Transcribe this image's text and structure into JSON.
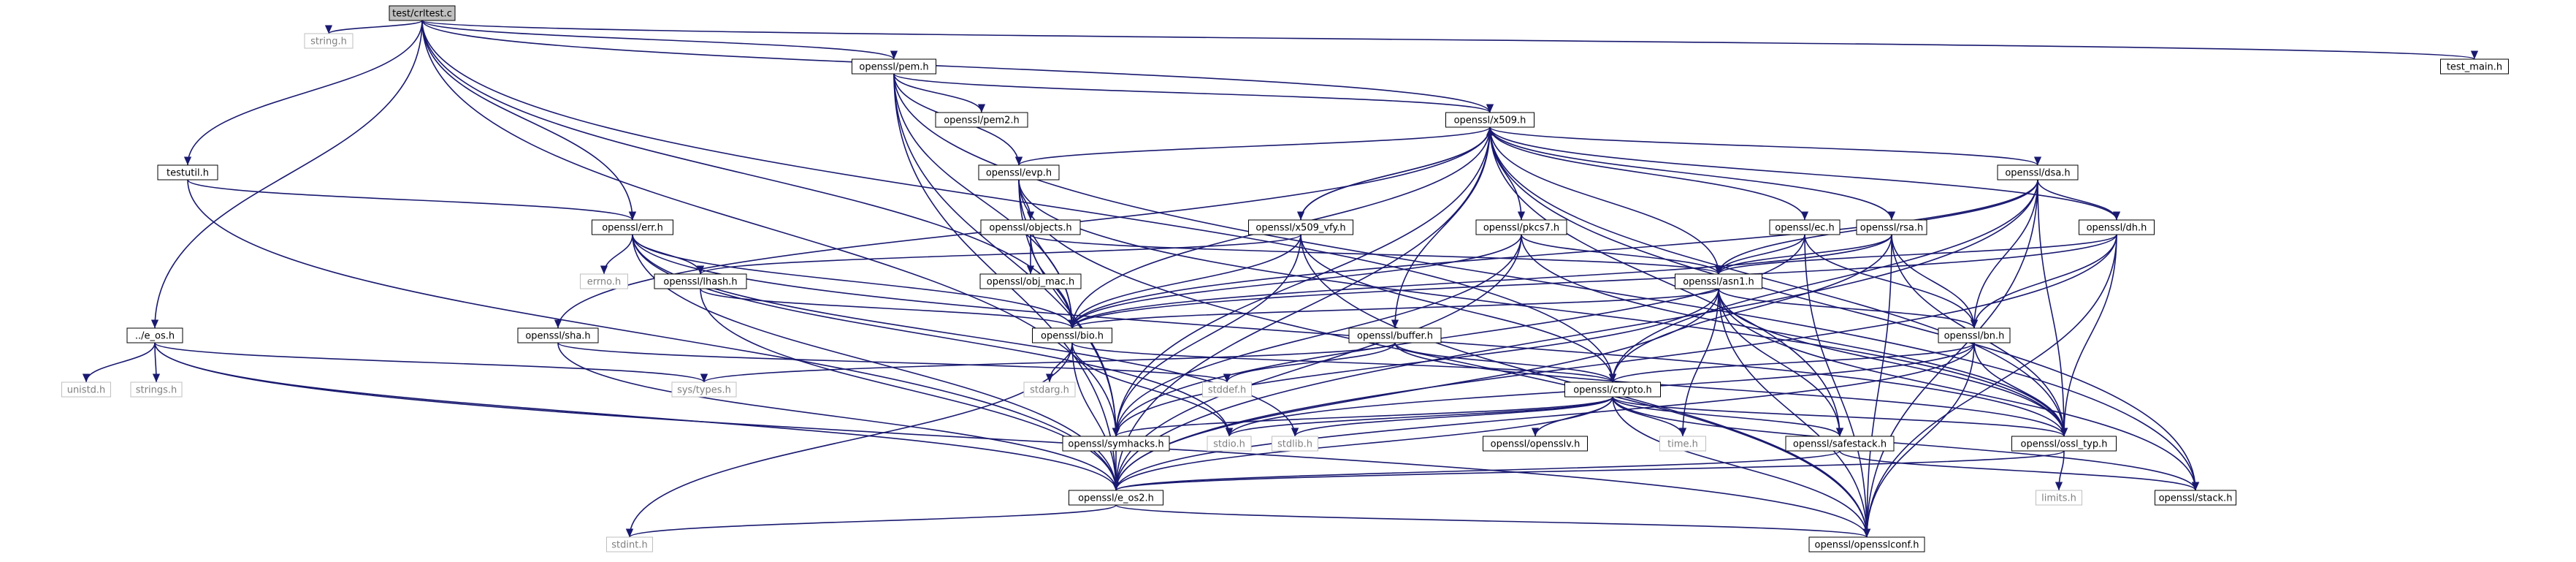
{
  "colors": {
    "edge": "#191970",
    "node_border": "#000000",
    "node_fill": "#ffffff",
    "root_fill": "#bfbfbf",
    "ext_border": "#bfbfbf",
    "ext_text": "#7f7f7f",
    "text": "#000000"
  },
  "graph": {
    "nodes": [
      {
        "id": "root",
        "label": "test/crltest.c",
        "kind": "root"
      },
      {
        "id": "string",
        "label": "string.h",
        "kind": "external"
      },
      {
        "id": "test_main",
        "label": "test_main.h",
        "kind": "file"
      },
      {
        "id": "pem",
        "label": "openssl/pem.h",
        "kind": "file"
      },
      {
        "id": "pem2",
        "label": "openssl/pem2.h",
        "kind": "file"
      },
      {
        "id": "x509",
        "label": "openssl/x509.h",
        "kind": "file"
      },
      {
        "id": "testutil",
        "label": "testutil.h",
        "kind": "file"
      },
      {
        "id": "evp",
        "label": "openssl/evp.h",
        "kind": "file"
      },
      {
        "id": "dsa",
        "label": "openssl/dsa.h",
        "kind": "file"
      },
      {
        "id": "err",
        "label": "openssl/err.h",
        "kind": "file"
      },
      {
        "id": "objects",
        "label": "openssl/objects.h",
        "kind": "file"
      },
      {
        "id": "x509_vfy",
        "label": "openssl/x509_vfy.h",
        "kind": "file"
      },
      {
        "id": "pkcs7",
        "label": "openssl/pkcs7.h",
        "kind": "file"
      },
      {
        "id": "ec",
        "label": "openssl/ec.h",
        "kind": "file"
      },
      {
        "id": "rsa",
        "label": "openssl/rsa.h",
        "kind": "file"
      },
      {
        "id": "dh",
        "label": "openssl/dh.h",
        "kind": "file"
      },
      {
        "id": "obj_mac",
        "label": "openssl/obj_mac.h",
        "kind": "file"
      },
      {
        "id": "asn1",
        "label": "openssl/asn1.h",
        "kind": "file"
      },
      {
        "id": "errno",
        "label": "errno.h",
        "kind": "external"
      },
      {
        "id": "lhash",
        "label": "openssl/lhash.h",
        "kind": "file"
      },
      {
        "id": "e_os",
        "label": "../e_os.h",
        "kind": "file"
      },
      {
        "id": "sha",
        "label": "openssl/sha.h",
        "kind": "file"
      },
      {
        "id": "bio",
        "label": "openssl/bio.h",
        "kind": "file"
      },
      {
        "id": "buffer",
        "label": "openssl/buffer.h",
        "kind": "file"
      },
      {
        "id": "bn",
        "label": "openssl/bn.h",
        "kind": "file"
      },
      {
        "id": "unistd",
        "label": "unistd.h",
        "kind": "external"
      },
      {
        "id": "strings",
        "label": "strings.h",
        "kind": "external"
      },
      {
        "id": "systypes",
        "label": "sys/types.h",
        "kind": "external"
      },
      {
        "id": "stdarg",
        "label": "stdarg.h",
        "kind": "external"
      },
      {
        "id": "stddef",
        "label": "stddef.h",
        "kind": "external"
      },
      {
        "id": "crypto",
        "label": "openssl/crypto.h",
        "kind": "file"
      },
      {
        "id": "symhacks",
        "label": "openssl/symhacks.h",
        "kind": "file"
      },
      {
        "id": "stdio",
        "label": "stdio.h",
        "kind": "external"
      },
      {
        "id": "stdlib",
        "label": "stdlib.h",
        "kind": "external"
      },
      {
        "id": "opensslv",
        "label": "openssl/opensslv.h",
        "kind": "file"
      },
      {
        "id": "time",
        "label": "time.h",
        "kind": "external"
      },
      {
        "id": "safestack",
        "label": "openssl/safestack.h",
        "kind": "file"
      },
      {
        "id": "ossl_typ",
        "label": "openssl/ossl_typ.h",
        "kind": "file"
      },
      {
        "id": "limits",
        "label": "limits.h",
        "kind": "external"
      },
      {
        "id": "e_os2",
        "label": "openssl/e_os2.h",
        "kind": "file"
      },
      {
        "id": "stack",
        "label": "openssl/stack.h",
        "kind": "file"
      },
      {
        "id": "stdint",
        "label": "stdint.h",
        "kind": "external"
      },
      {
        "id": "opensslconf",
        "label": "openssl/opensslconf.h",
        "kind": "file"
      }
    ],
    "edges": [
      [
        "root",
        "string"
      ],
      [
        "root",
        "test_main"
      ],
      [
        "root",
        "pem"
      ],
      [
        "root",
        "x509"
      ],
      [
        "root",
        "testutil"
      ],
      [
        "root",
        "err"
      ],
      [
        "root",
        "e_os"
      ],
      [
        "root",
        "bio"
      ],
      [
        "root",
        "symhacks"
      ],
      [
        "root",
        "crypto"
      ],
      [
        "pem",
        "pem2"
      ],
      [
        "pem",
        "x509"
      ],
      [
        "pem",
        "evp"
      ],
      [
        "pem",
        "bio"
      ],
      [
        "pem",
        "symhacks"
      ],
      [
        "pem",
        "e_os2"
      ],
      [
        "pem",
        "stack"
      ],
      [
        "x509",
        "evp"
      ],
      [
        "x509",
        "x509_vfy"
      ],
      [
        "x509",
        "pkcs7"
      ],
      [
        "x509",
        "ec"
      ],
      [
        "x509",
        "rsa"
      ],
      [
        "x509",
        "dsa"
      ],
      [
        "x509",
        "dh"
      ],
      [
        "x509",
        "asn1"
      ],
      [
        "x509",
        "bio"
      ],
      [
        "x509",
        "buffer"
      ],
      [
        "x509",
        "sha"
      ],
      [
        "x509",
        "stack"
      ],
      [
        "x509",
        "safestack"
      ],
      [
        "x509",
        "symhacks"
      ],
      [
        "x509",
        "e_os2"
      ],
      [
        "x509",
        "ossl_typ"
      ],
      [
        "testutil",
        "err"
      ],
      [
        "testutil",
        "e_os2"
      ],
      [
        "evp",
        "objects"
      ],
      [
        "evp",
        "bio"
      ],
      [
        "evp",
        "symhacks"
      ],
      [
        "evp",
        "ossl_typ"
      ],
      [
        "evp",
        "opensslconf"
      ],
      [
        "objects",
        "obj_mac"
      ],
      [
        "objects",
        "bio"
      ],
      [
        "objects",
        "asn1"
      ],
      [
        "x509_vfy",
        "x509"
      ],
      [
        "x509_vfy",
        "lhash"
      ],
      [
        "x509_vfy",
        "bio"
      ],
      [
        "x509_vfy",
        "crypto"
      ],
      [
        "x509_vfy",
        "symhacks"
      ],
      [
        "x509_vfy",
        "opensslconf"
      ],
      [
        "pkcs7",
        "asn1"
      ],
      [
        "pkcs7",
        "bio"
      ],
      [
        "pkcs7",
        "e_os2"
      ],
      [
        "pkcs7",
        "symhacks"
      ],
      [
        "pkcs7",
        "ossl_typ"
      ],
      [
        "ec",
        "asn1"
      ],
      [
        "ec",
        "bn"
      ],
      [
        "ec",
        "symhacks"
      ],
      [
        "ec",
        "opensslconf"
      ],
      [
        "rsa",
        "asn1"
      ],
      [
        "rsa",
        "bn"
      ],
      [
        "rsa",
        "crypto"
      ],
      [
        "rsa",
        "ossl_typ"
      ],
      [
        "rsa",
        "bio"
      ],
      [
        "rsa",
        "opensslconf"
      ],
      [
        "dsa",
        "dh"
      ],
      [
        "dsa",
        "asn1"
      ],
      [
        "dsa",
        "bn"
      ],
      [
        "dsa",
        "crypto"
      ],
      [
        "dsa",
        "bio"
      ],
      [
        "dsa",
        "e_os2"
      ],
      [
        "dsa",
        "ossl_typ"
      ],
      [
        "dsa",
        "opensslconf"
      ],
      [
        "dh",
        "asn1"
      ],
      [
        "dh",
        "bn"
      ],
      [
        "dh",
        "bio"
      ],
      [
        "dh",
        "ossl_typ"
      ],
      [
        "dh",
        "e_os2"
      ],
      [
        "dh",
        "opensslconf"
      ],
      [
        "err",
        "errno"
      ],
      [
        "err",
        "lhash"
      ],
      [
        "err",
        "bio"
      ],
      [
        "err",
        "stdio"
      ],
      [
        "err",
        "stdlib"
      ],
      [
        "err",
        "ossl_typ"
      ],
      [
        "err",
        "e_os2"
      ],
      [
        "lhash",
        "bio"
      ],
      [
        "lhash",
        "e_os2"
      ],
      [
        "asn1",
        "bio"
      ],
      [
        "asn1",
        "time"
      ],
      [
        "asn1",
        "bn"
      ],
      [
        "asn1",
        "safestack"
      ],
      [
        "asn1",
        "stack"
      ],
      [
        "asn1",
        "symhacks"
      ],
      [
        "asn1",
        "ossl_typ"
      ],
      [
        "asn1",
        "opensslconf"
      ],
      [
        "asn1",
        "e_os2"
      ],
      [
        "e_os",
        "unistd"
      ],
      [
        "e_os",
        "strings"
      ],
      [
        "e_os",
        "systypes"
      ],
      [
        "e_os",
        "e_os2"
      ],
      [
        "e_os",
        "opensslconf"
      ],
      [
        "sha",
        "stddef"
      ],
      [
        "sha",
        "e_os2"
      ],
      [
        "bio",
        "stdarg"
      ],
      [
        "bio",
        "crypto"
      ],
      [
        "bio",
        "e_os2"
      ],
      [
        "bio",
        "stdint"
      ],
      [
        "bio",
        "stdio"
      ],
      [
        "buffer",
        "systypes"
      ],
      [
        "buffer",
        "stddef"
      ],
      [
        "buffer",
        "ossl_typ"
      ],
      [
        "buffer",
        "crypto"
      ],
      [
        "bn",
        "crypto"
      ],
      [
        "bn",
        "e_os2"
      ],
      [
        "bn",
        "ossl_typ"
      ],
      [
        "bn",
        "stdio"
      ],
      [
        "bn",
        "opensslconf"
      ],
      [
        "crypto",
        "symhacks"
      ],
      [
        "crypto",
        "stdio"
      ],
      [
        "crypto",
        "stdlib"
      ],
      [
        "crypto",
        "opensslv"
      ],
      [
        "crypto",
        "time"
      ],
      [
        "crypto",
        "safestack"
      ],
      [
        "crypto",
        "ossl_typ"
      ],
      [
        "crypto",
        "e_os2"
      ],
      [
        "crypto",
        "stack"
      ],
      [
        "crypto",
        "opensslconf"
      ],
      [
        "symhacks",
        "e_os2"
      ],
      [
        "safestack",
        "stack"
      ],
      [
        "safestack",
        "e_os2"
      ],
      [
        "ossl_typ",
        "limits"
      ],
      [
        "ossl_typ",
        "e_os2"
      ],
      [
        "e_os2",
        "opensslconf"
      ],
      [
        "e_os2",
        "stdint"
      ]
    ]
  }
}
